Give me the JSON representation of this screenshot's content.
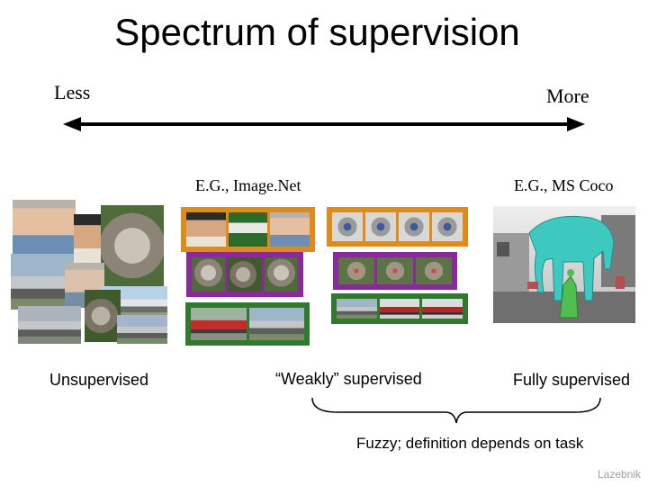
{
  "title": "Spectrum of supervision",
  "scale": {
    "less_label": "Less",
    "more_label": "More"
  },
  "examples": {
    "imagenet": "E.G., Image.Net",
    "mscoco": "E.G., MS Coco"
  },
  "categories": {
    "unsupervised": "Unsupervised",
    "weakly": "“Weakly” supervised",
    "fully": "Fully supervised"
  },
  "note": "Fuzzy; definition depends on task",
  "credit": "Lazebnik",
  "colors": {
    "frame_orange": "#e08a1a",
    "frame_purple": "#8a2a9a",
    "frame_green": "#2f7a2f",
    "segment_cyan": "#3ec9c0",
    "segment_green": "#4fbf4f"
  }
}
